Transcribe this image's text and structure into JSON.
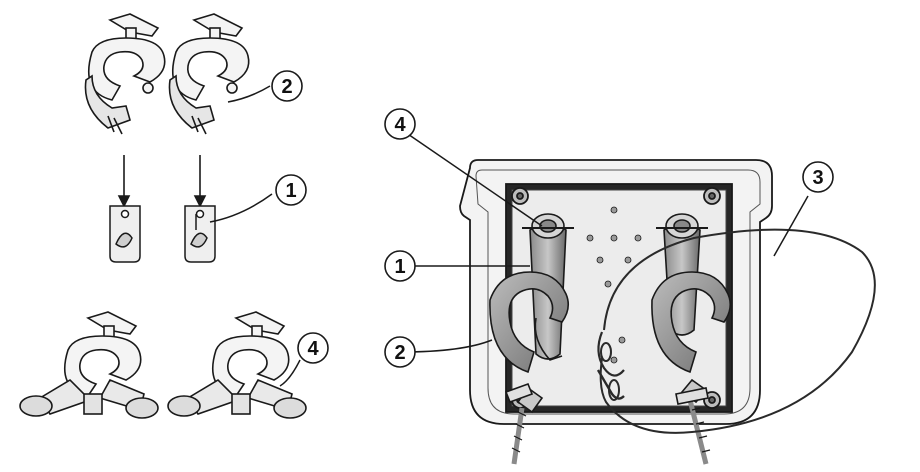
{
  "callouts": {
    "left_clamp": "2",
    "left_bracket": "1",
    "left_stand": "4",
    "right_bolt": "4",
    "right_bracket": "1",
    "right_clamp": "2",
    "right_cable": "3"
  },
  "colors": {
    "line": "#1a1a1a",
    "metal_light": "#d9d9d9",
    "metal_mid": "#a6a6a6",
    "metal_dark": "#6b6b6b",
    "plate": "#2a2a2a",
    "housing": "#f2f2f2"
  }
}
